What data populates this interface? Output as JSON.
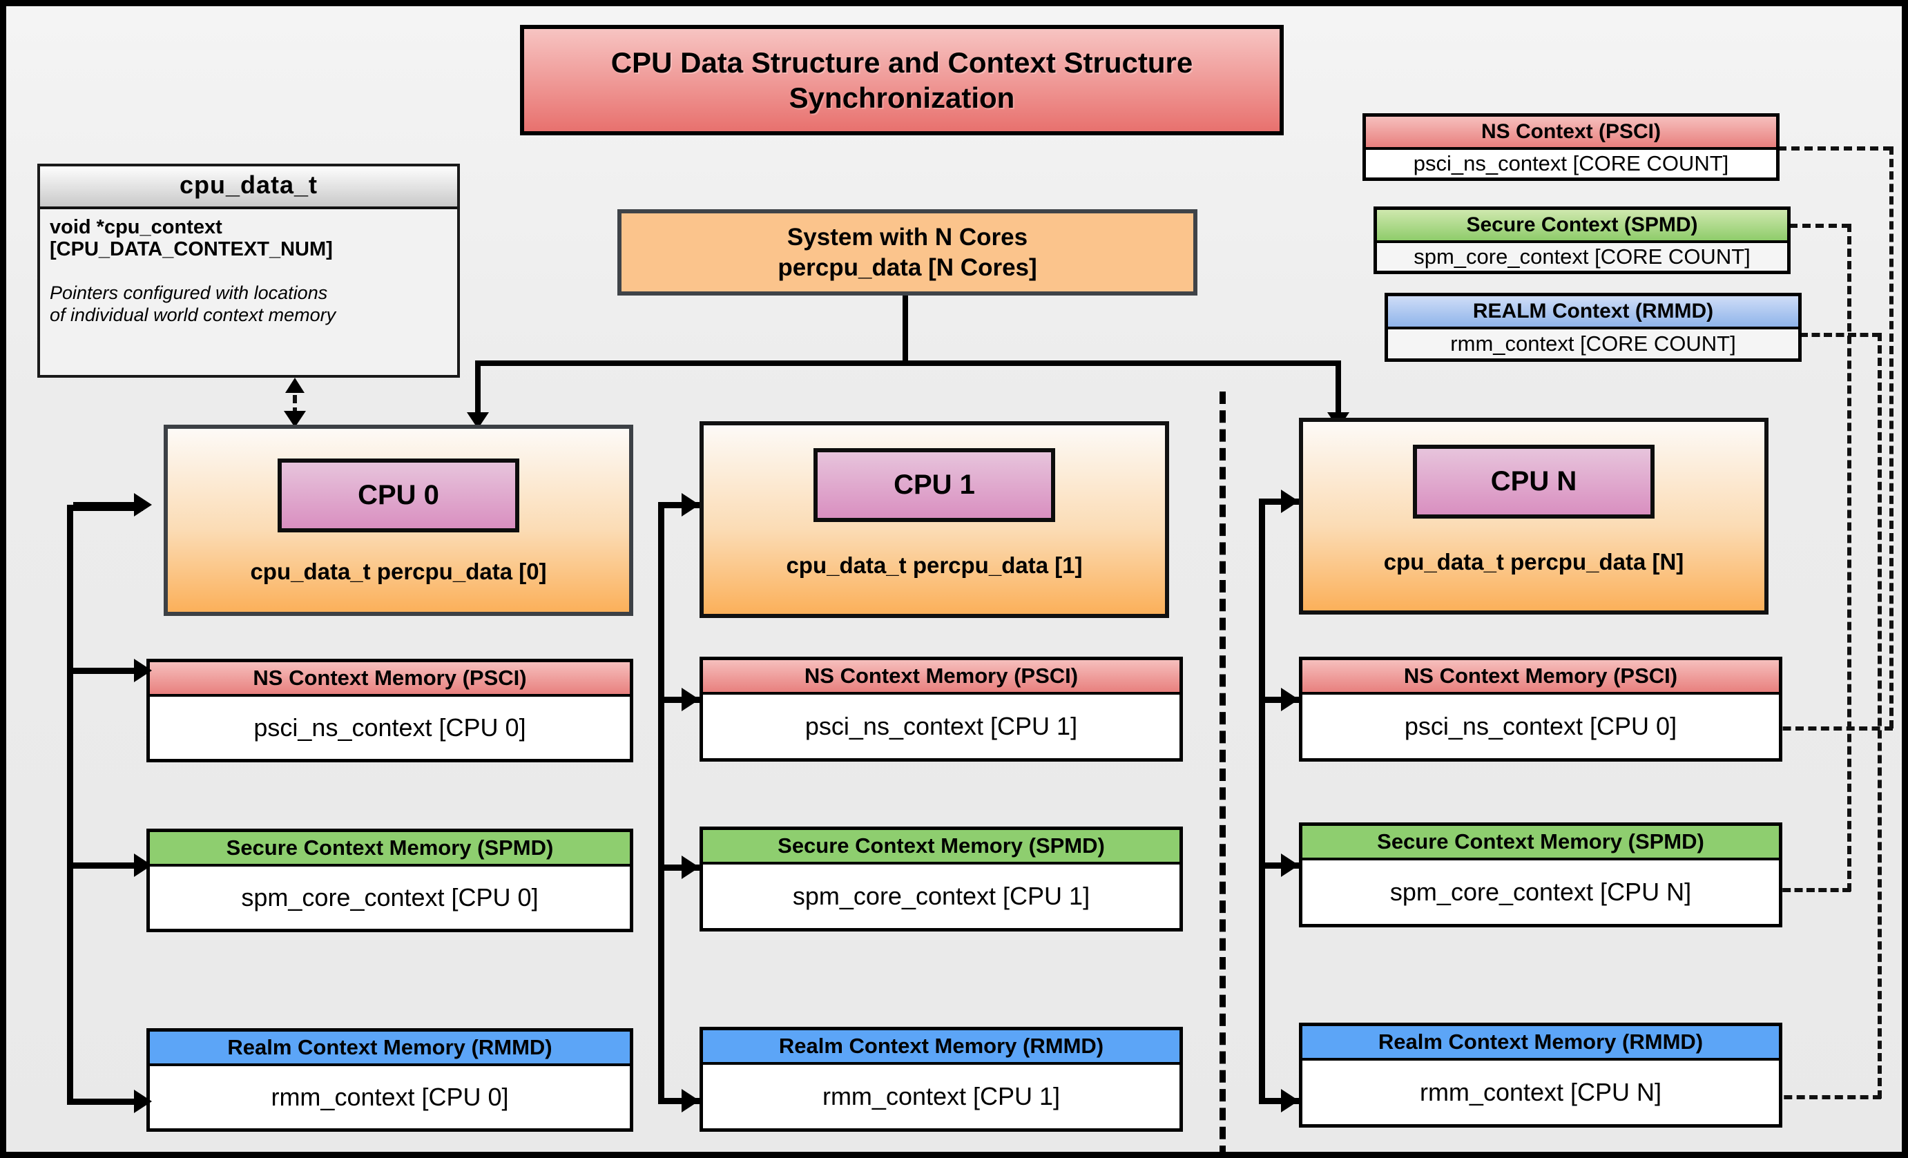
{
  "diagram": {
    "title": "CPU Data Structure and Context Structure Synchronization",
    "system_box": "System with N Cores\npercpu_data [N Cores]",
    "system_box_line1": "System with N Cores",
    "system_box_line2": "percpu_data [N Cores]"
  },
  "cpu_data_t": {
    "header": "cpu_data_t",
    "field_line1": "void  *cpu_context",
    "field_line2": "[CPU_DATA_CONTEXT_NUM]",
    "note_line1": "Pointers configured with locations",
    "note_line2": "of individual world context memory"
  },
  "global_contexts": [
    {
      "name": "ns-context-psci",
      "header": "NS Context  (PSCI)",
      "body": "psci_ns_context [CORE COUNT]",
      "accent": "#ef8078"
    },
    {
      "name": "secure-context-spmd",
      "header": "Secure Context (SPMD)",
      "body": "spm_core_context [CORE COUNT]",
      "accent": "#8ece6f"
    },
    {
      "name": "realm-context-rmmd",
      "header": "REALM Context (RMMD)",
      "body": "rmm_context [CORE COUNT]",
      "accent": "#5ca5f7"
    }
  ],
  "cpu_columns": [
    {
      "id": "cpu0",
      "chip_label": "CPU 0",
      "struct_label": "cpu_data_t percpu_data [0]",
      "contexts": [
        {
          "header": "NS Context Memory (PSCI)",
          "body": "psci_ns_context [CPU 0]",
          "accent": "#ef8078"
        },
        {
          "header": "Secure Context Memory (SPMD)",
          "body": "spm_core_context [CPU 0]",
          "accent": "#8ece6f"
        },
        {
          "header": "Realm Context Memory (RMMD)",
          "body": "rmm_context [CPU 0]",
          "accent": "#5ca5f7"
        }
      ]
    },
    {
      "id": "cpu1",
      "chip_label": "CPU 1",
      "struct_label": "cpu_data_t percpu_data [1]",
      "contexts": [
        {
          "header": "NS Context Memory (PSCI)",
          "body": "psci_ns_context [CPU 1]",
          "accent": "#ef8078"
        },
        {
          "header": "Secure Context Memory (SPMD)",
          "body": "spm_core_context [CPU 1]",
          "accent": "#8ece6f"
        },
        {
          "header": "Realm Context Memory (RMMD)",
          "body": "rmm_context [CPU 1]",
          "accent": "#5ca5f7"
        }
      ]
    },
    {
      "id": "cpuN",
      "chip_label": "CPU N",
      "struct_label": "cpu_data_t percpu_data [N]",
      "contexts": [
        {
          "header": "NS Context Memory (PSCI)",
          "body": "psci_ns_context [CPU 0]",
          "accent": "#ef8078"
        },
        {
          "header": "Secure Context Memory (SPMD)",
          "body": "spm_core_context [CPU N]",
          "accent": "#8ece6f"
        },
        {
          "header": "Realm Context Memory (RMMD)",
          "body": "rmm_context [CPU N]",
          "accent": "#5ca5f7"
        }
      ]
    }
  ],
  "colors": {
    "canvas_background": "#ececec",
    "title_accent": "#e8716e",
    "cpu_chip": "#d98fc0",
    "cpu_body": "#fbb05a",
    "system_box": "#fbc48c",
    "ns_accent": "#ef8078",
    "secure_accent": "#8ece6f",
    "realm_accent": "#5ca5f7"
  }
}
